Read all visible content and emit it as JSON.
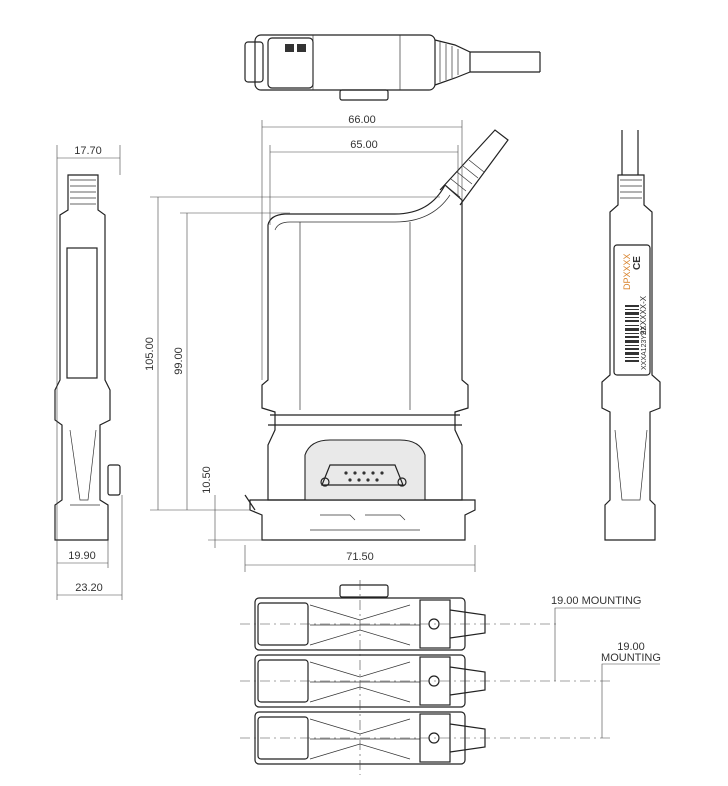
{
  "dimensions": {
    "width_overall": "66.00",
    "width_inner": "65.00",
    "height_overall": "105.00",
    "height_body": "99.00",
    "base_height": "10.50",
    "base_width": "71.50",
    "side_top_width": "17.70",
    "side_base_width": "19.90",
    "side_overall_width": "23.20",
    "mounting_pitch_1": "19.00 MOUNTING",
    "mounting_pitch_2_value": "19.00",
    "mounting_pitch_2_label": "MOUNTING"
  },
  "label": {
    "model": "DPXXXX",
    "part_number": "9XXXXX-X",
    "serial": "XXXA123YZZ",
    "ce_mark": "CE"
  },
  "colors": {
    "accent": "#d9832b",
    "line": "#222222"
  }
}
